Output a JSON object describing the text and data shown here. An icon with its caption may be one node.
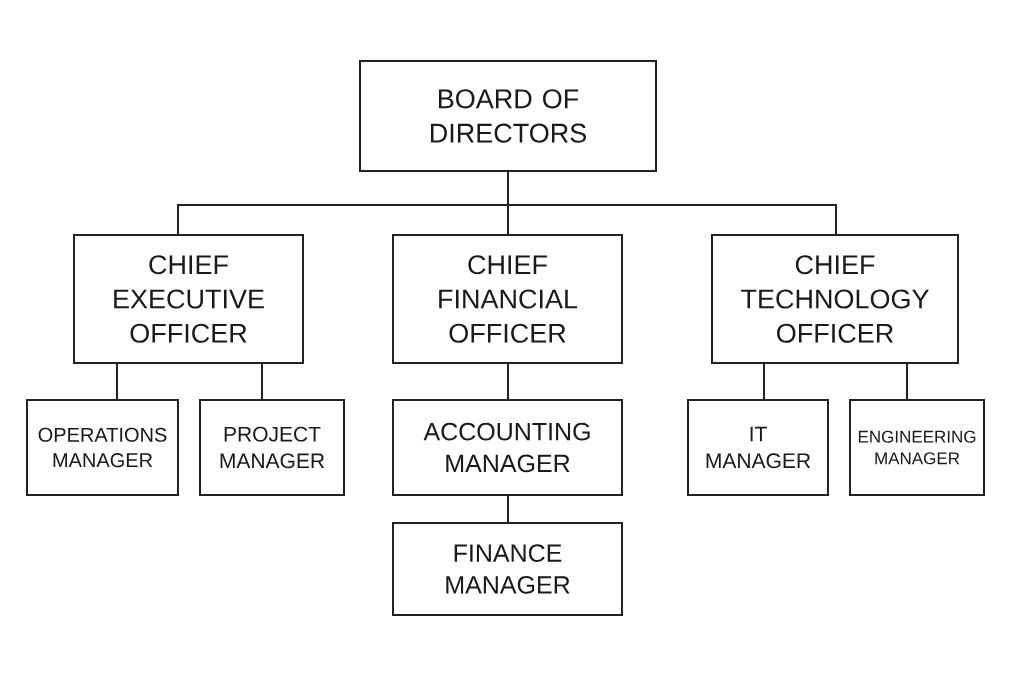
{
  "diagram": {
    "nodes": [
      {
        "text": [
          "BOARD OF DIRECTORS"
        ]
      },
      {
        "text": [
          "CHIEF EXECUTIVE OFFICER"
        ]
      },
      {
        "text": [
          "CHIEF FINANCIAL OFFICER"
        ]
      },
      {
        "text": [
          "CHIEF TECHNOLOGY OFFICER"
        ]
      },
      {
        "text": [
          "OPERATIONS MANAGER"
        ]
      },
      {
        "text": [
          "PROJECT MANAGER"
        ]
      },
      {
        "text": [
          "ACCOUNTING MANAGER"
        ]
      },
      {
        "text": [
          "IT MANAGER"
        ]
      },
      {
        "text": [
          "ENGINEERING MANAGER"
        ]
      },
      {
        "text": [
          "FINANCE MANAGER"
        ]
      }
    ],
    "edges": [
      {
        "from": 0,
        "to": 1,
        "arrow": "none"
      },
      {
        "from": 0,
        "to": 2,
        "arrow": "none"
      },
      {
        "from": 0,
        "to": 3,
        "arrow": "none"
      },
      {
        "from": 1,
        "to": 4,
        "arrow": "none"
      },
      {
        "from": 1,
        "to": 5,
        "arrow": "none"
      },
      {
        "from": 2,
        "to": 6,
        "arrow": "none"
      },
      {
        "from": 3,
        "to": 7,
        "arrow": "none"
      },
      {
        "from": 3,
        "to": 8,
        "arrow": "none"
      },
      {
        "from": 6,
        "to": 9,
        "arrow": "none"
      }
    ]
  }
}
